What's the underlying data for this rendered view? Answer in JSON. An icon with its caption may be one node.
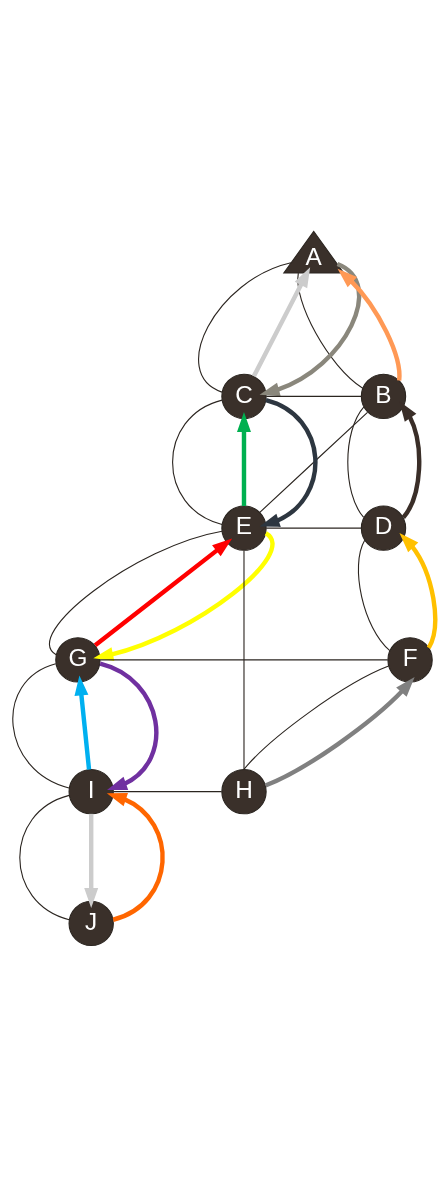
{
  "diagram": {
    "nodes": [
      {
        "text": [
          "A"
        ]
      },
      {
        "text": [
          "B"
        ]
      },
      {
        "text": [
          "C"
        ]
      },
      {
        "text": [
          "D"
        ]
      },
      {
        "text": [
          "E"
        ]
      },
      {
        "text": [
          "F"
        ]
      },
      {
        "text": [
          "G"
        ]
      },
      {
        "text": [
          "H"
        ]
      },
      {
        "text": [
          "I"
        ]
      },
      {
        "text": [
          "J"
        ]
      }
    ],
    "edges": [
      {
        "from": 0,
        "to": 2,
        "arrow": "none"
      },
      {
        "from": 0,
        "to": 1,
        "arrow": "none"
      },
      {
        "from": 2,
        "to": 1,
        "arrow": "none"
      },
      {
        "from": 2,
        "to": 4,
        "arrow": "none"
      },
      {
        "from": 1,
        "to": 4,
        "arrow": "none"
      },
      {
        "from": 1,
        "to": 3,
        "arrow": "none"
      },
      {
        "from": 4,
        "to": 3,
        "arrow": "none"
      },
      {
        "from": 4,
        "to": 6,
        "arrow": "none"
      },
      {
        "from": 4,
        "to": 7,
        "arrow": "none"
      },
      {
        "from": 3,
        "to": 5,
        "arrow": "none"
      },
      {
        "from": 6,
        "to": 5,
        "arrow": "none"
      },
      {
        "from": 6,
        "to": 8,
        "arrow": "none"
      },
      {
        "from": 5,
        "to": 7,
        "arrow": "none"
      },
      {
        "from": 8,
        "to": 7,
        "arrow": "none"
      },
      {
        "from": 8,
        "to": 9,
        "arrow": "none"
      },
      {
        "from": 2,
        "to": 0,
        "arrow": "to",
        "style": "thick",
        "color": "#cccccc"
      },
      {
        "from": 0,
        "to": 2,
        "arrow": "to",
        "style": "thick",
        "color": "#8a877c"
      },
      {
        "from": 1,
        "to": 0,
        "arrow": "to",
        "style": "thick",
        "color": "#ff9955"
      },
      {
        "from": 4,
        "to": 2,
        "arrow": "to",
        "style": "thick",
        "color": "#00b050"
      },
      {
        "from": 2,
        "to": 4,
        "arrow": "to",
        "style": "thick",
        "color": "#2d3640"
      },
      {
        "from": 3,
        "to": 1,
        "arrow": "to",
        "style": "thick",
        "color": "#3a2e28"
      },
      {
        "from": 5,
        "to": 3,
        "arrow": "to",
        "style": "thick",
        "color": "#ffc000"
      },
      {
        "from": 6,
        "to": 4,
        "arrow": "to",
        "style": "thick",
        "color": "#ff0000"
      },
      {
        "from": 4,
        "to": 6,
        "arrow": "to",
        "style": "thick",
        "color": "#ffff00"
      },
      {
        "from": 8,
        "to": 6,
        "arrow": "to",
        "style": "thick",
        "color": "#00b0f0"
      },
      {
        "from": 6,
        "to": 8,
        "arrow": "to",
        "style": "thick",
        "color": "#7030a0"
      },
      {
        "from": 7,
        "to": 5,
        "arrow": "to",
        "style": "thick",
        "color": "#808080"
      },
      {
        "from": 8,
        "to": 9,
        "arrow": "to",
        "style": "thick",
        "color": "#cccccc"
      },
      {
        "from": 9,
        "to": 8,
        "arrow": "to",
        "style": "thick",
        "color": "#ff6600"
      }
    ]
  }
}
